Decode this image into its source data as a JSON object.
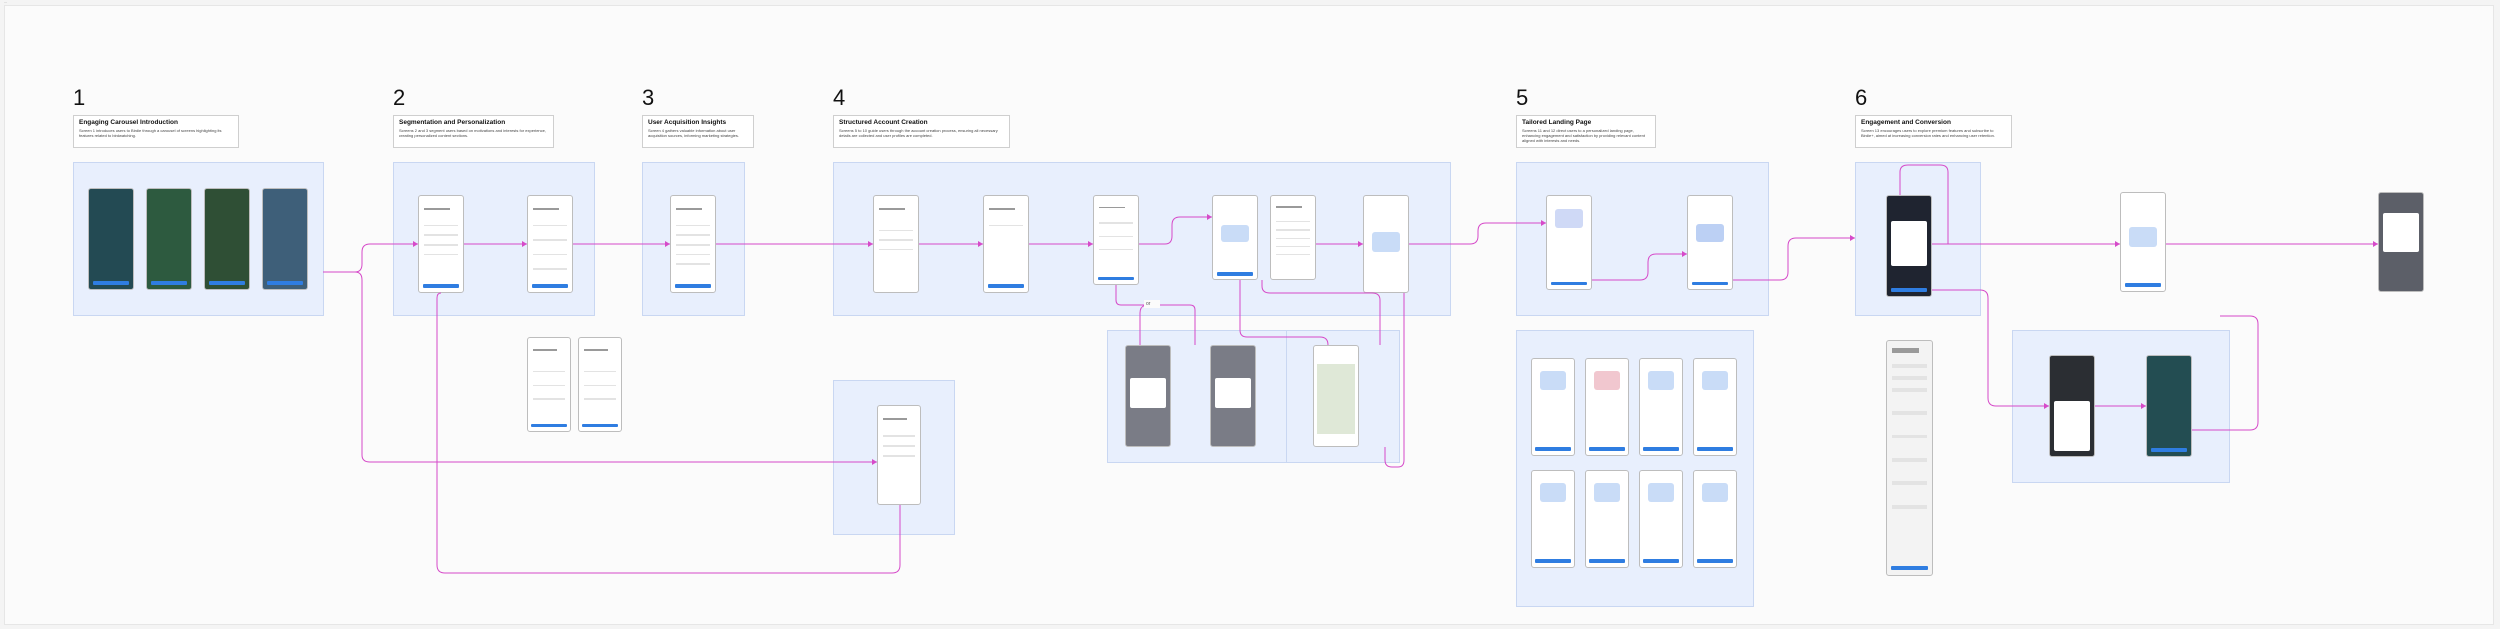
{
  "canvas": {
    "tiny_label": "—"
  },
  "steps": [
    {
      "number": "1",
      "title": "Engaging Carousel Introduction",
      "description": "Screen 1 introduces users to Birdie through a carousel of screens highlighting its features related to birdwatching."
    },
    {
      "number": "2",
      "title": "Segmentation and Personalization",
      "description": "Screens 2 and 3 segment users based on motivations and interests for experience, creating personalized content sections."
    },
    {
      "number": "3",
      "title": "User Acquisition Insights",
      "description": "Screen 4 gathers valuable information about user acquisition sources, informing marketing strategies."
    },
    {
      "number": "4",
      "title": "Structured Account Creation",
      "description": "Screens 5 to 10 guide users through the account creation process, ensuring all necessary details are collected and user profiles are completed."
    },
    {
      "number": "5",
      "title": "Tailored Landing Page",
      "description": "Screens 11 and 12 direct users to a personalized landing page, enhancing engagement and satisfaction by providing relevant content aligned with interests and needs."
    },
    {
      "number": "6",
      "title": "Engagement and Conversion",
      "description": "Screen 13 encourages users to explore premium features and subscribe to Birdie+, aimed at increasing conversion rates and enhancing user retention."
    }
  ],
  "connector_label": "or",
  "colors": {
    "section_fill": "#e8effd",
    "connector": "#d64ac9",
    "accent": "#2f7de1"
  }
}
